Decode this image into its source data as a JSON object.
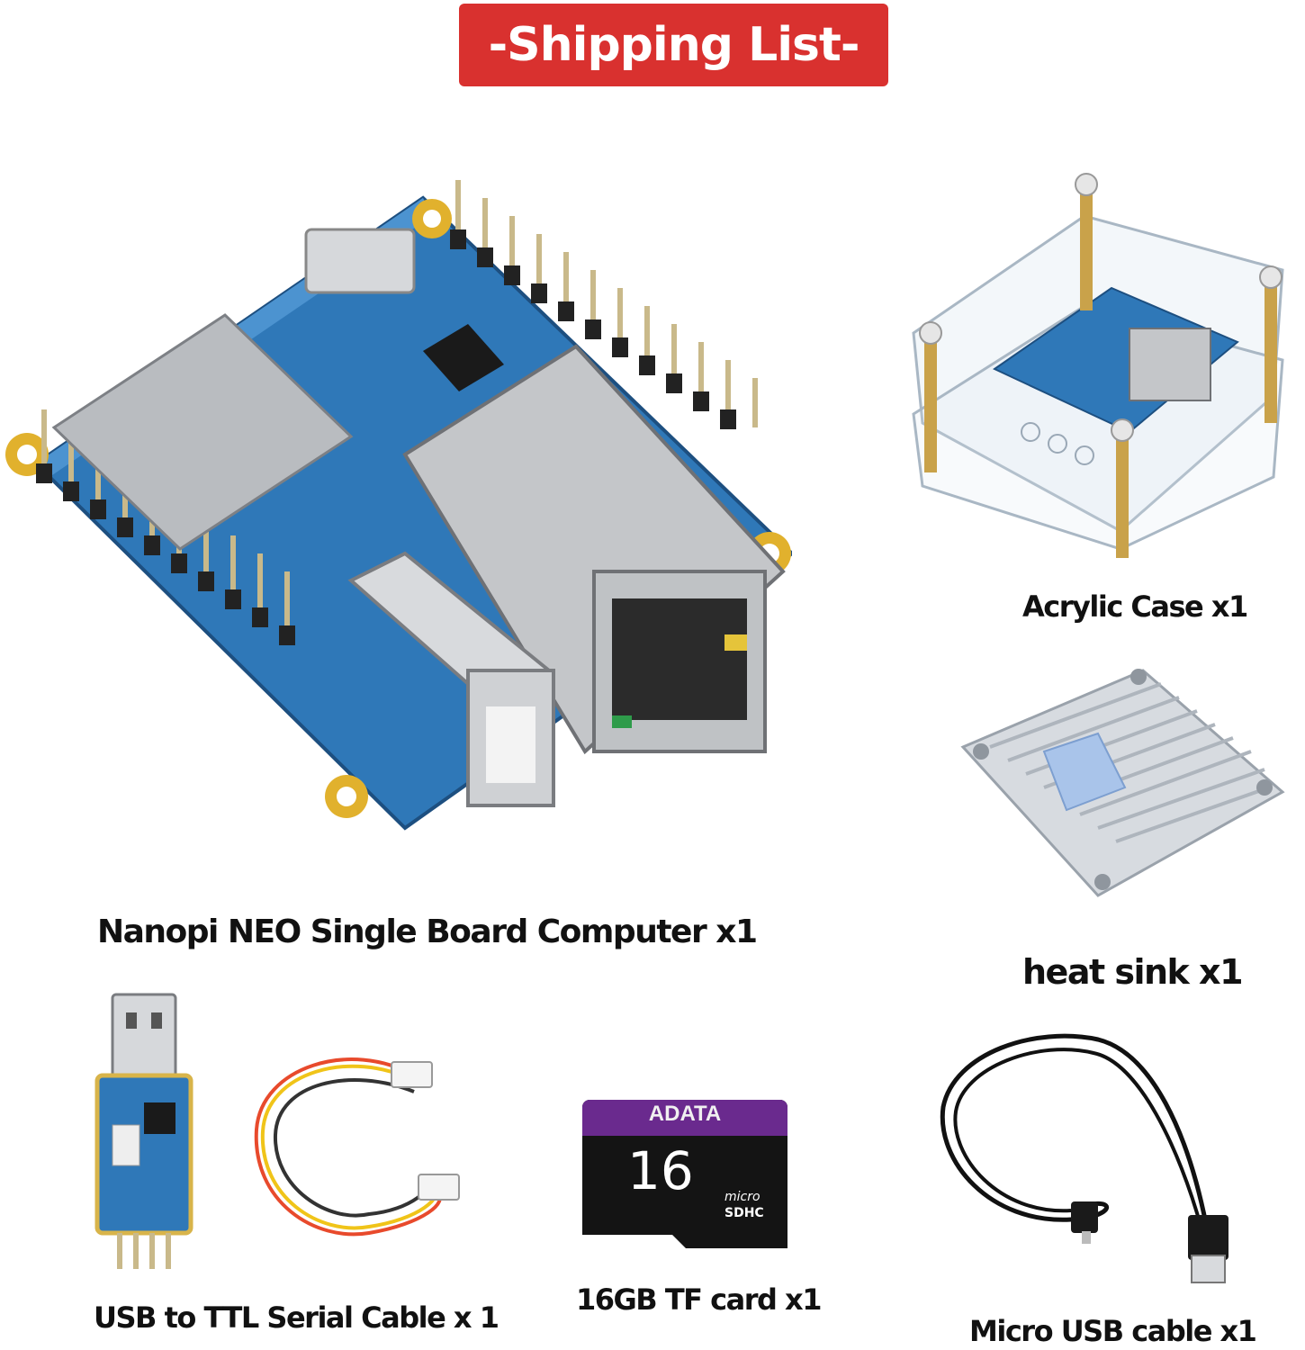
{
  "banner": {
    "title": "-Shipping List-"
  },
  "items": {
    "board": {
      "label": "Nanopi NEO Single Board Computer x1"
    },
    "case": {
      "label": "Acrylic Case x1"
    },
    "heatsink": {
      "label": "heat sink x1"
    },
    "ttl": {
      "label": "USB to TTL Serial Cable x 1"
    },
    "tfcard": {
      "label": "16GB TF card x1",
      "brand": "ADATA",
      "capacity": "16",
      "micro": "micro",
      "sdhc": "SDHC"
    },
    "usbcable": {
      "label": "Micro USB cable x1"
    }
  },
  "colors": {
    "banner": "#d9312f",
    "pcb": "#2f78b8",
    "card_purple": "#6a2a8e",
    "card_black": "#141414"
  }
}
